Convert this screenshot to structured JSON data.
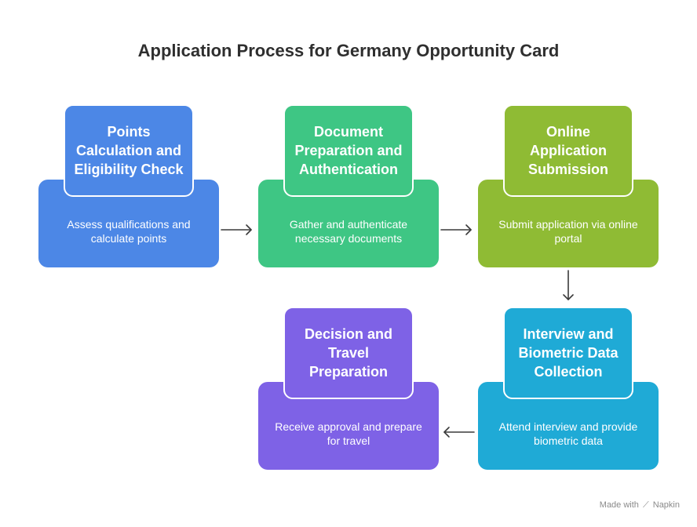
{
  "title": "Application Process for Germany Opportunity Card",
  "steps": [
    {
      "head": "Points Calculation and Eligibility Check",
      "desc": "Assess qualifications and calculate points",
      "color": "#4c87e6"
    },
    {
      "head": "Document Preparation and Authentication",
      "desc": "Gather and authenticate necessary documents",
      "color": "#3ec684"
    },
    {
      "head": "Online Application Submission",
      "desc": "Submit application via online portal",
      "color": "#8fbb34"
    },
    {
      "head": "Interview and Biometric Data Collection",
      "desc": "Attend interview and provide biometric data",
      "color": "#1faad6"
    },
    {
      "head": "Decision and Travel Preparation",
      "desc": "Receive approval and prepare for travel",
      "color": "#7e62e6"
    }
  ],
  "credit": {
    "prefix": "Made with",
    "brand": "Napkin"
  }
}
